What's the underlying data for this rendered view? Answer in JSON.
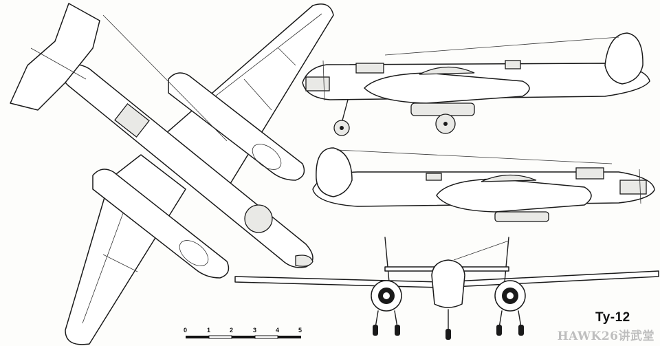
{
  "model": "Ty-12",
  "scale_bar": {
    "ticks": [
      "0",
      "1",
      "2",
      "3",
      "4",
      "5"
    ]
  },
  "watermark": "HAWK26讲武堂",
  "colors": {
    "ink": "#1a1a1a",
    "paper": "#fdfdfb",
    "watermark": "#b8b8b8"
  }
}
